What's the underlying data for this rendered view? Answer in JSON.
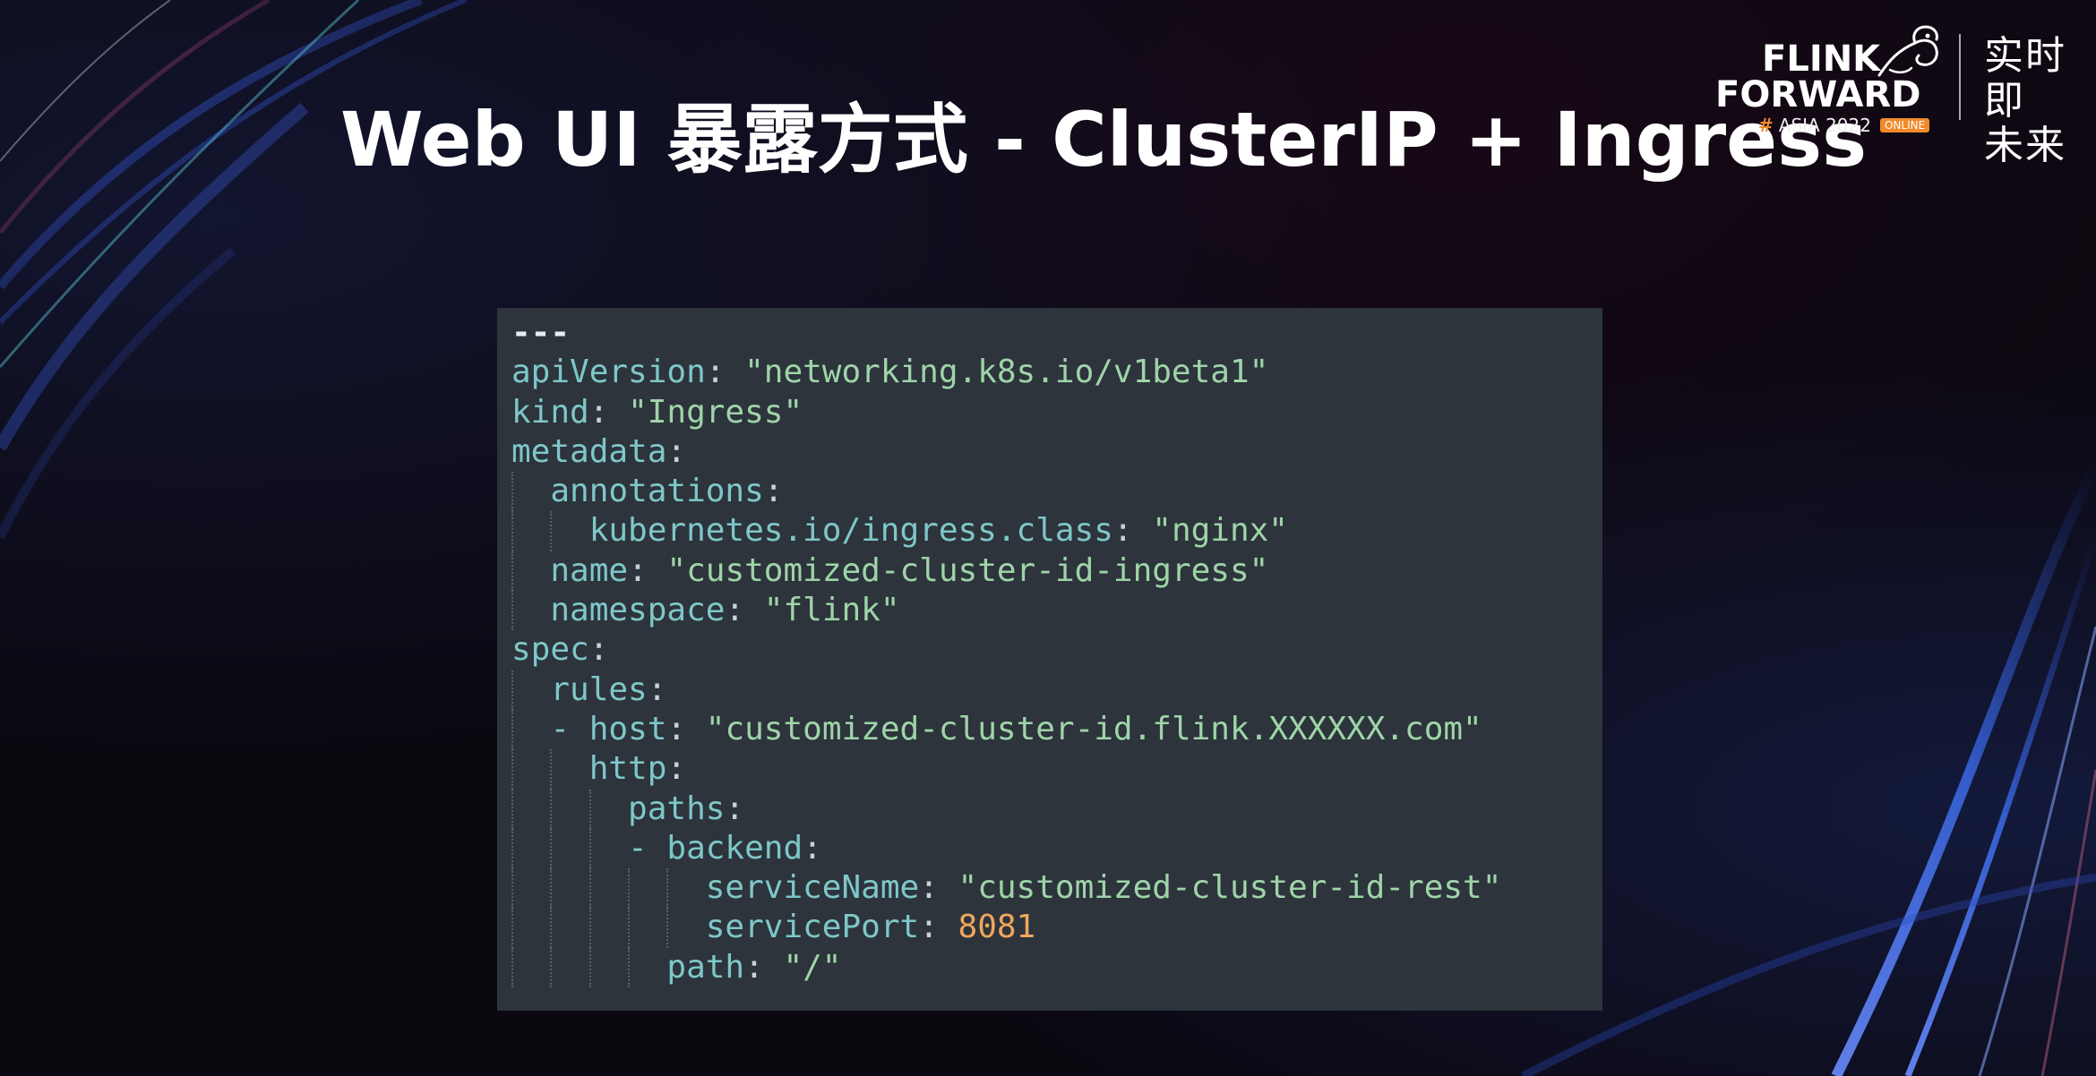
{
  "slide": {
    "title": "Web UI 暴露方式 - ClusterIP + Ingress"
  },
  "logo": {
    "line1": "FLINK",
    "line2": "FORWARD",
    "hash": "#",
    "event": "ASIA 2022",
    "badge": "ONLINE",
    "tagline_line1": "实时即",
    "tagline_line2": "未来",
    "icon": "squirrel-icon"
  },
  "colors": {
    "key": "#7ec7c9",
    "string": "#9fd4a8",
    "number": "#f0a65a",
    "panel_bg": "#2d343c",
    "accent_orange": "#f08a2a"
  },
  "code": {
    "lines": [
      {
        "indent": 0,
        "dash": false,
        "key": "---",
        "sep": "",
        "value": "",
        "vtype": "doc"
      },
      {
        "indent": 0,
        "dash": false,
        "key": "apiVersion",
        "sep": ": ",
        "value": "\"networking.k8s.io/v1beta1\"",
        "vtype": "string"
      },
      {
        "indent": 0,
        "dash": false,
        "key": "kind",
        "sep": ": ",
        "value": "\"Ingress\"",
        "vtype": "string"
      },
      {
        "indent": 0,
        "dash": false,
        "key": "metadata",
        "sep": ":",
        "value": "",
        "vtype": "none"
      },
      {
        "indent": 1,
        "dash": false,
        "key": "annotations",
        "sep": ":",
        "value": "",
        "vtype": "none"
      },
      {
        "indent": 2,
        "dash": false,
        "key": "kubernetes.io/ingress.class",
        "sep": ": ",
        "value": "\"nginx\"",
        "vtype": "string"
      },
      {
        "indent": 1,
        "dash": false,
        "key": "name",
        "sep": ": ",
        "value": "\"customized-cluster-id-ingress\"",
        "vtype": "string"
      },
      {
        "indent": 1,
        "dash": false,
        "key": "namespace",
        "sep": ": ",
        "value": "\"flink\"",
        "vtype": "string"
      },
      {
        "indent": 0,
        "dash": false,
        "key": "spec",
        "sep": ":",
        "value": "",
        "vtype": "none"
      },
      {
        "indent": 1,
        "dash": false,
        "key": "rules",
        "sep": ":",
        "value": "",
        "vtype": "none"
      },
      {
        "indent": 1,
        "dash": true,
        "key": "host",
        "sep": ": ",
        "value": "\"customized-cluster-id.flink.XXXXXX.com\"",
        "vtype": "string"
      },
      {
        "indent": 2,
        "dash": false,
        "key": "http",
        "sep": ":",
        "value": "",
        "vtype": "none"
      },
      {
        "indent": 3,
        "dash": false,
        "key": "paths",
        "sep": ":",
        "value": "",
        "vtype": "none"
      },
      {
        "indent": 3,
        "dash": true,
        "key": "backend",
        "sep": ":",
        "value": "",
        "vtype": "none"
      },
      {
        "indent": 5,
        "dash": false,
        "key": "serviceName",
        "sep": ": ",
        "value": "\"customized-cluster-id-rest\"",
        "vtype": "string"
      },
      {
        "indent": 5,
        "dash": false,
        "key": "servicePort",
        "sep": ": ",
        "value": "8081",
        "vtype": "number"
      },
      {
        "indent": 4,
        "dash": false,
        "key": "path",
        "sep": ": ",
        "value": "\"/\"",
        "vtype": "string"
      },
      {
        "indent": 0,
        "dash": false,
        "key": "",
        "sep": "",
        "value": "",
        "vtype": "none"
      }
    ]
  }
}
